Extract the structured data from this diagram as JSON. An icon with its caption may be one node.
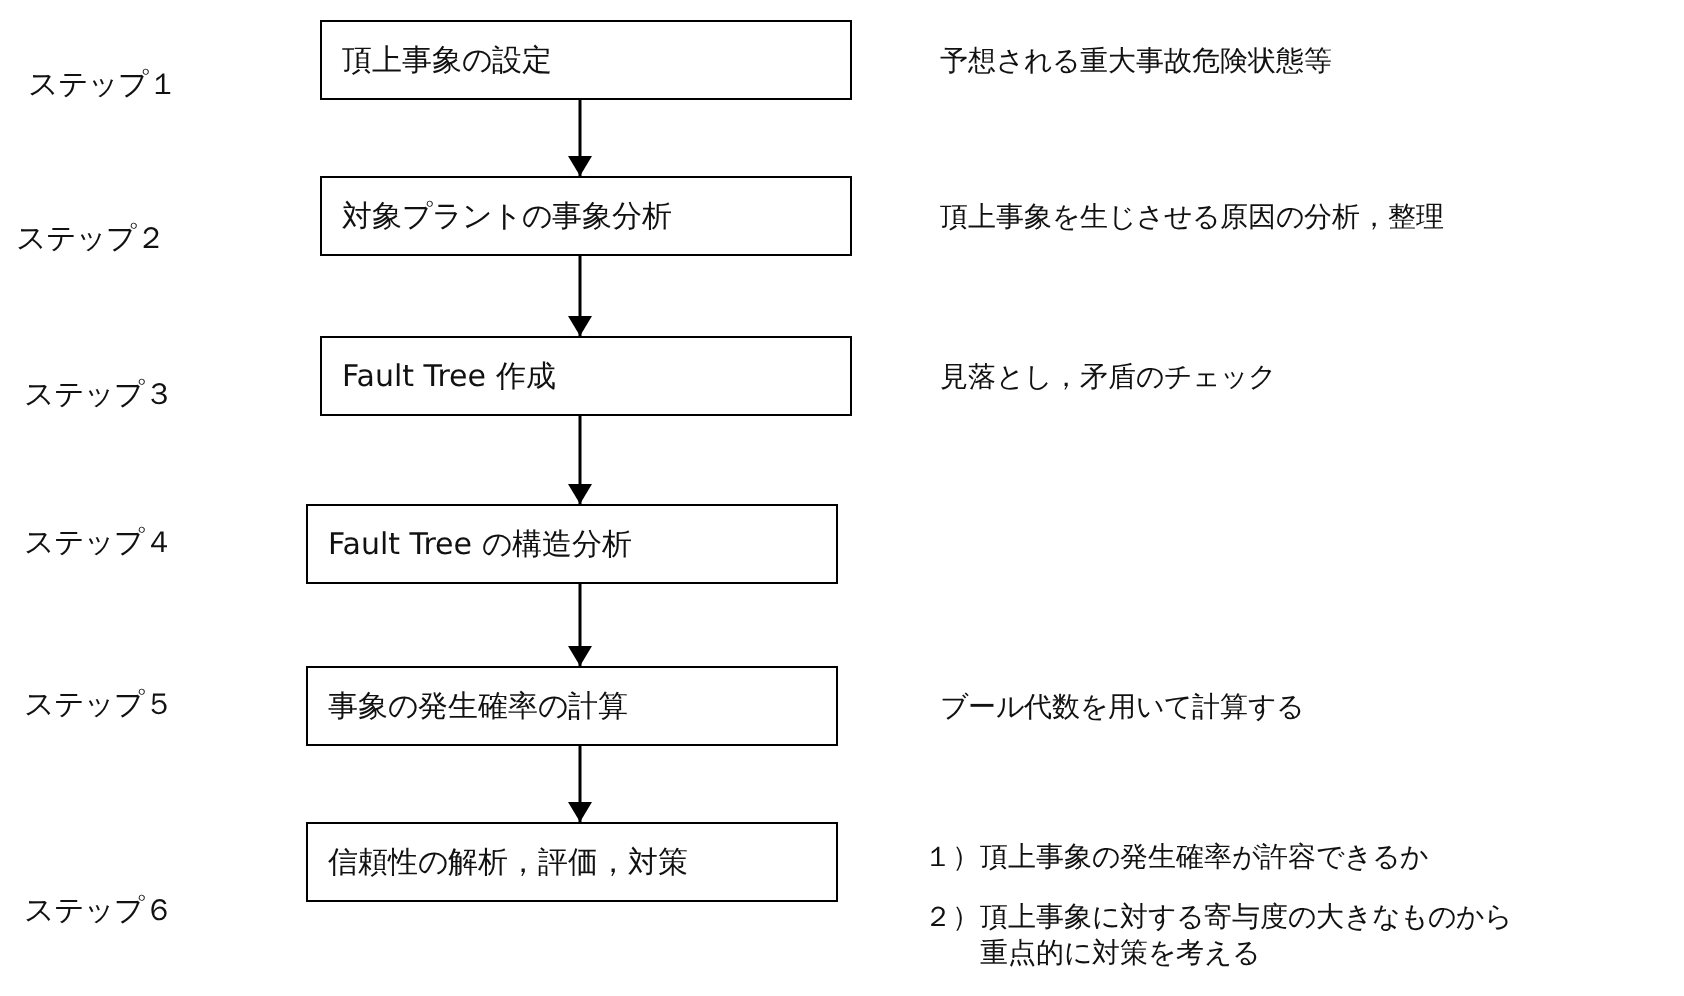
{
  "diagram": {
    "nodes": [
      {
        "text": [
          "頂上事象の設定"
        ],
        "beside": [
          "予想される重大事故危険状態等"
        ]
      },
      {
        "text": [
          "対象プラントの事象分析"
        ],
        "beside": [
          "頂上事象を生じさせる原因の分析，整理"
        ]
      },
      {
        "text": [
          "Fault Tree 作成"
        ],
        "beside": [
          "見落とし，矛盾のチェック"
        ]
      },
      {
        "text": [
          "Fault Tree の構造分析"
        ]
      },
      {
        "text": [
          "事象の発生確率の計算"
        ],
        "beside": [
          "ブール代数を用いて計算する"
        ]
      },
      {
        "text": [
          "信頼性の解析，評価，対策"
        ],
        "beside": [
          "１）頂上事象の発生確率が許容できるか",
          "２）頂上事象に対する寄与度の大きなものから重点的に対策を考える"
        ]
      }
    ],
    "edges": [
      {
        "from": 0,
        "to": 1,
        "arrow": "to"
      },
      {
        "from": 1,
        "to": 2,
        "arrow": "to"
      },
      {
        "from": 2,
        "to": 3,
        "arrow": "to"
      },
      {
        "from": 3,
        "to": 4,
        "arrow": "to"
      },
      {
        "from": 4,
        "to": 5,
        "arrow": "to"
      }
    ],
    "labels": [
      "ステップ１",
      "ステップ２",
      "ステップ３",
      "ステップ４",
      "ステップ５",
      "ステップ６"
    ]
  }
}
